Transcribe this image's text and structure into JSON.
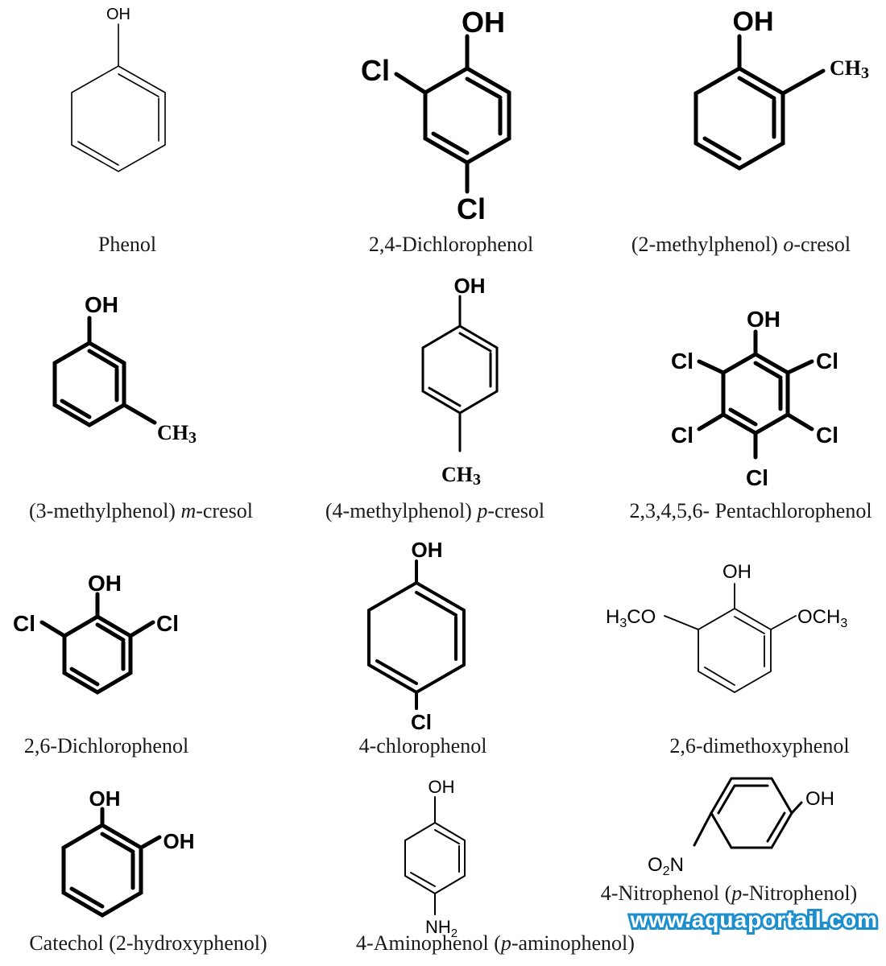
{
  "molecules": [
    {
      "key": "phenol",
      "caption": "Phenol",
      "labels": [
        "OH"
      ]
    },
    {
      "key": "dichlorophenol_24",
      "caption": "2,4-Dichlorophenol",
      "labels": [
        "OH",
        "Cl",
        "Cl"
      ]
    },
    {
      "key": "o_cresol",
      "caption_parts": [
        "(2-methylphenol) ",
        "o",
        "-cresol"
      ],
      "labels": [
        "OH",
        "CH",
        "3"
      ]
    },
    {
      "key": "m_cresol",
      "caption_parts": [
        "(3-methylphenol) ",
        "m",
        "-cresol"
      ],
      "labels": [
        "OH",
        "CH",
        "3"
      ]
    },
    {
      "key": "p_cresol",
      "caption_parts": [
        "(4-methylphenol) ",
        "p",
        "-cresol"
      ],
      "labels": [
        "OH",
        "CH",
        "3"
      ]
    },
    {
      "key": "pentachlorophenol",
      "caption": "2,3,4,5,6- Pentachlorophenol",
      "labels": [
        "OH",
        "Cl",
        "Cl",
        "Cl",
        "Cl",
        "Cl"
      ]
    },
    {
      "key": "dichlorophenol_26",
      "caption": "2,6-Dichlorophenol",
      "labels": [
        "OH",
        "Cl",
        "Cl"
      ]
    },
    {
      "key": "chlorophenol_4",
      "caption": "4-chlorophenol",
      "labels": [
        "OH",
        "Cl"
      ]
    },
    {
      "key": "dimethoxyphenol",
      "caption": "2,6-dimethoxyphenol",
      "labels": [
        "OH",
        "H",
        "3",
        "CO",
        "OCH",
        "3"
      ]
    },
    {
      "key": "catechol",
      "caption": "Catechol (2-hydroxyphenol)",
      "labels": [
        "OH",
        "OH"
      ]
    },
    {
      "key": "aminophenol",
      "caption_parts": [
        "4-Aminophenol (",
        "p",
        "-aminophenol)"
      ],
      "labels": [
        "OH",
        "NH",
        "2"
      ]
    },
    {
      "key": "nitrophenol",
      "caption_parts": [
        "4-Nitrophenol (",
        "p",
        "-Nitrophenol)"
      ],
      "labels": [
        "OH",
        "O",
        "2",
        "N"
      ]
    }
  ],
  "watermark": "www.aquaportail.com",
  "colors": {
    "ink": "#000000",
    "caption": "#1a1a1a",
    "watermark_outline": "#1c8fcc"
  }
}
